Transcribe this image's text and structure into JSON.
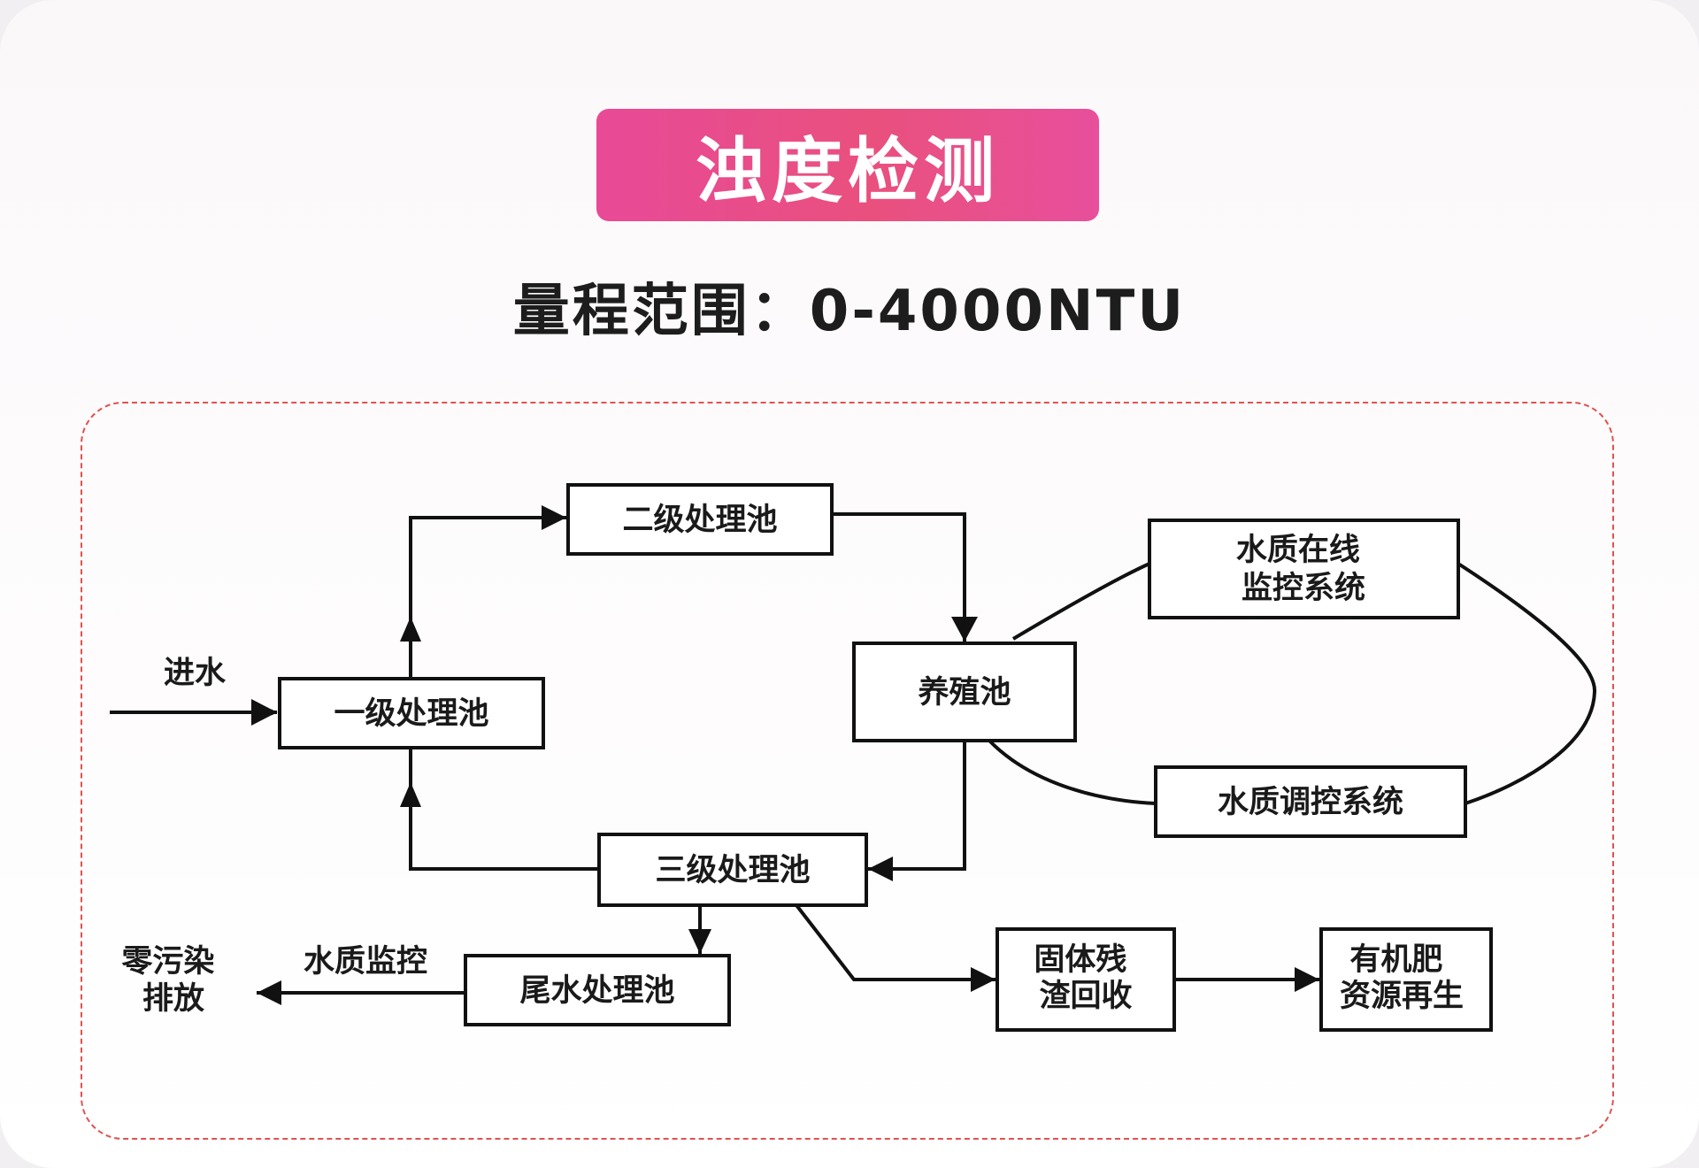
{
  "title": "浊度检测",
  "subtitle": "量程范围：0-4000NTU",
  "diagram": {
    "nodes": {
      "primary": [
        "一级处理池"
      ],
      "secondary": [
        "二级处理池"
      ],
      "breeding": [
        "养殖池"
      ],
      "online_monitor": [
        "水质在线",
        "监控系统"
      ],
      "regulation": [
        "水质调控系统"
      ],
      "tertiary": [
        "三级处理池"
      ],
      "tail_water": [
        "尾水处理池"
      ],
      "solid_residue": [
        "固体残",
        "渣回收"
      ],
      "fertilizer": [
        "有机肥",
        "资源再生"
      ]
    },
    "labels": {
      "inlet": [
        "进水"
      ],
      "water_monitor": [
        "水质监控"
      ],
      "zero_discharge": [
        "零污染",
        "排放"
      ]
    }
  }
}
